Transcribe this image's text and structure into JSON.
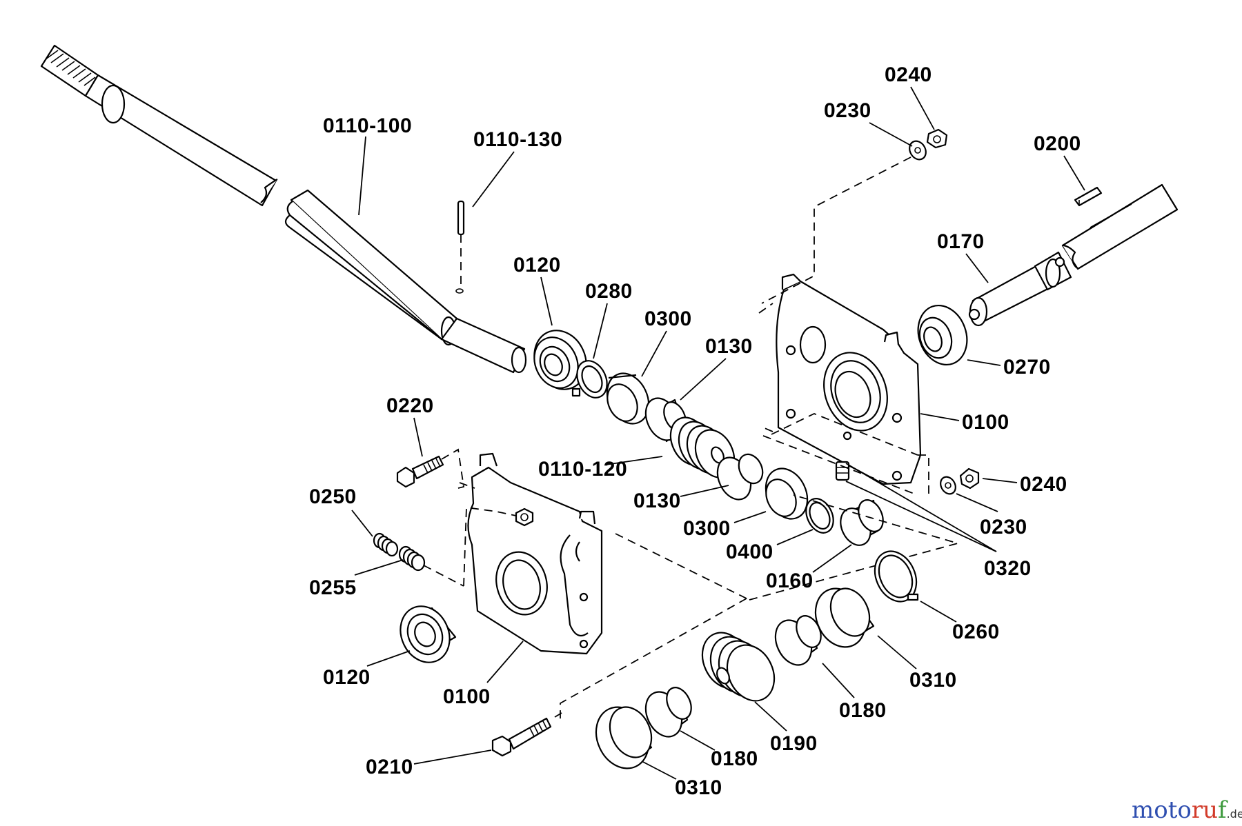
{
  "diagram": {
    "callouts": {
      "c_0110_100": "0110-100",
      "c_0110_130": "0110-130",
      "c_0120_top": "0120",
      "c_0280": "0280",
      "c_0300_top": "0300",
      "c_0130_top": "0130",
      "c_0110_120": "0110-120",
      "c_0130_mid": "0130",
      "c_0300_mid": "0300",
      "c_0400": "0400",
      "c_0160": "0160",
      "c_0240_top": "0240",
      "c_0230_top": "0230",
      "c_0200": "0200",
      "c_0170": "0170",
      "c_0270": "0270",
      "c_0100_right": "0100",
      "c_0240_right": "0240",
      "c_0230_right": "0230",
      "c_0320": "0320",
      "c_0260": "0260",
      "c_0310_right": "0310",
      "c_0180_right": "0180",
      "c_0190": "0190",
      "c_0180_bottom": "0180",
      "c_0310_bottom": "0310",
      "c_0220": "0220",
      "c_0250": "0250",
      "c_0255": "0255",
      "c_0120_left": "0120",
      "c_0100_left": "0100",
      "c_0210": "0210"
    },
    "watermark": {
      "part_a": "moto",
      "part_b": "ru",
      "part_c": "f",
      "suffix": ".de"
    }
  }
}
